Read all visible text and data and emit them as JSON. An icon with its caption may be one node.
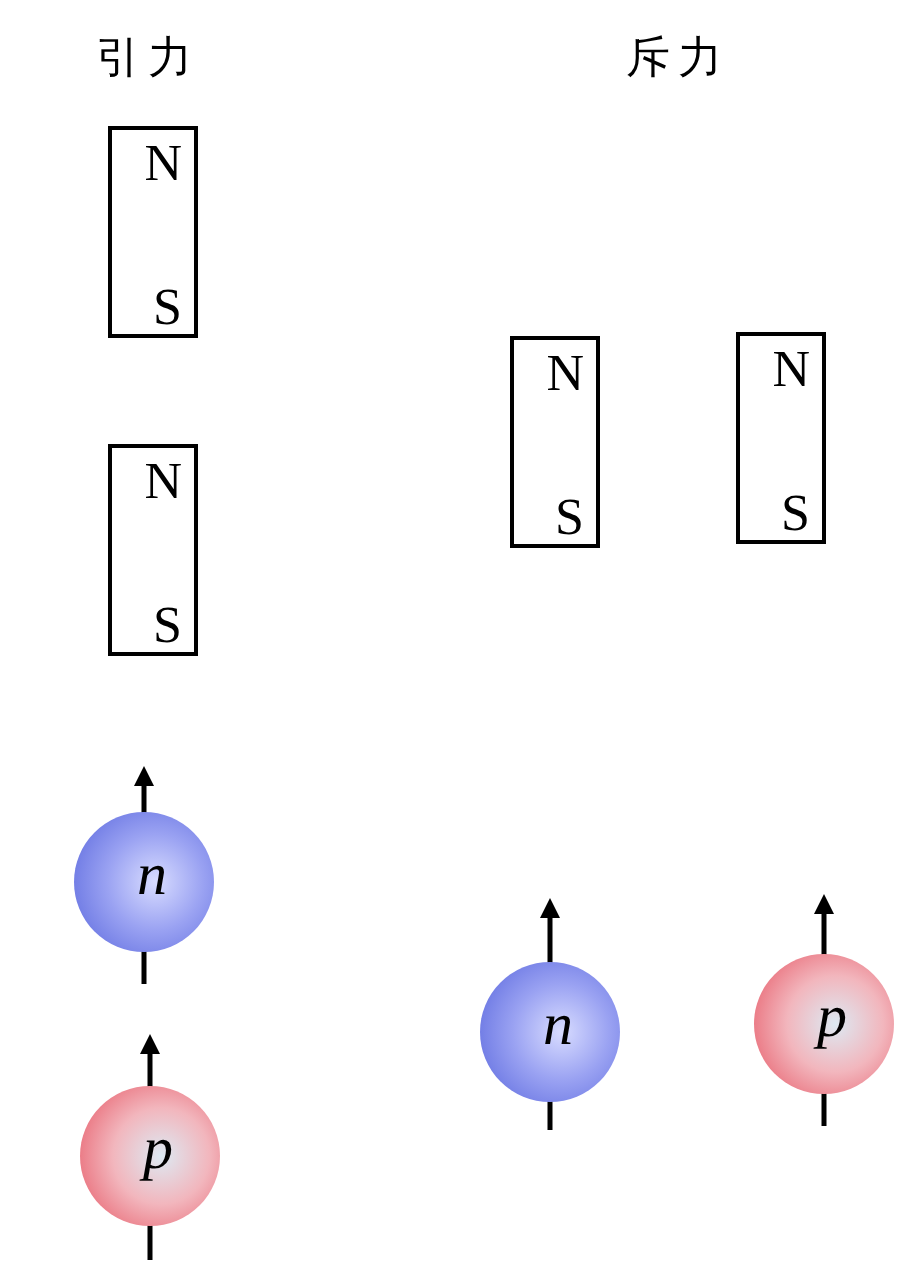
{
  "diagram": {
    "nodes": [
      {
        "text": [
          "N",
          "S"
        ]
      },
      {
        "text": [
          "N",
          "S"
        ]
      },
      {
        "text": [
          "N",
          "S"
        ]
      },
      {
        "text": [
          "N",
          "S"
        ]
      },
      {
        "text": [
          "n"
        ]
      },
      {
        "text": [
          "p"
        ]
      },
      {
        "text": [
          "n"
        ]
      },
      {
        "text": [
          "p"
        ]
      }
    ],
    "edges": [],
    "labels": [
      "引力",
      "斥力"
    ]
  }
}
